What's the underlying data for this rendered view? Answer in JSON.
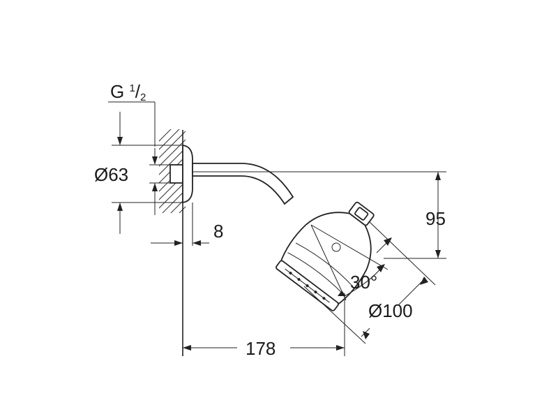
{
  "labels": {
    "thread_main": "G ",
    "thread_num": "1",
    "thread_sep": "/",
    "thread_den": "2",
    "flange_diameter": "Ø63",
    "wall_offset": "8",
    "projection": "178",
    "drop": "95",
    "spray_angle": "30°",
    "head_diameter": "Ø100"
  },
  "colors": {
    "line": "#222222",
    "background": "#ffffff"
  }
}
